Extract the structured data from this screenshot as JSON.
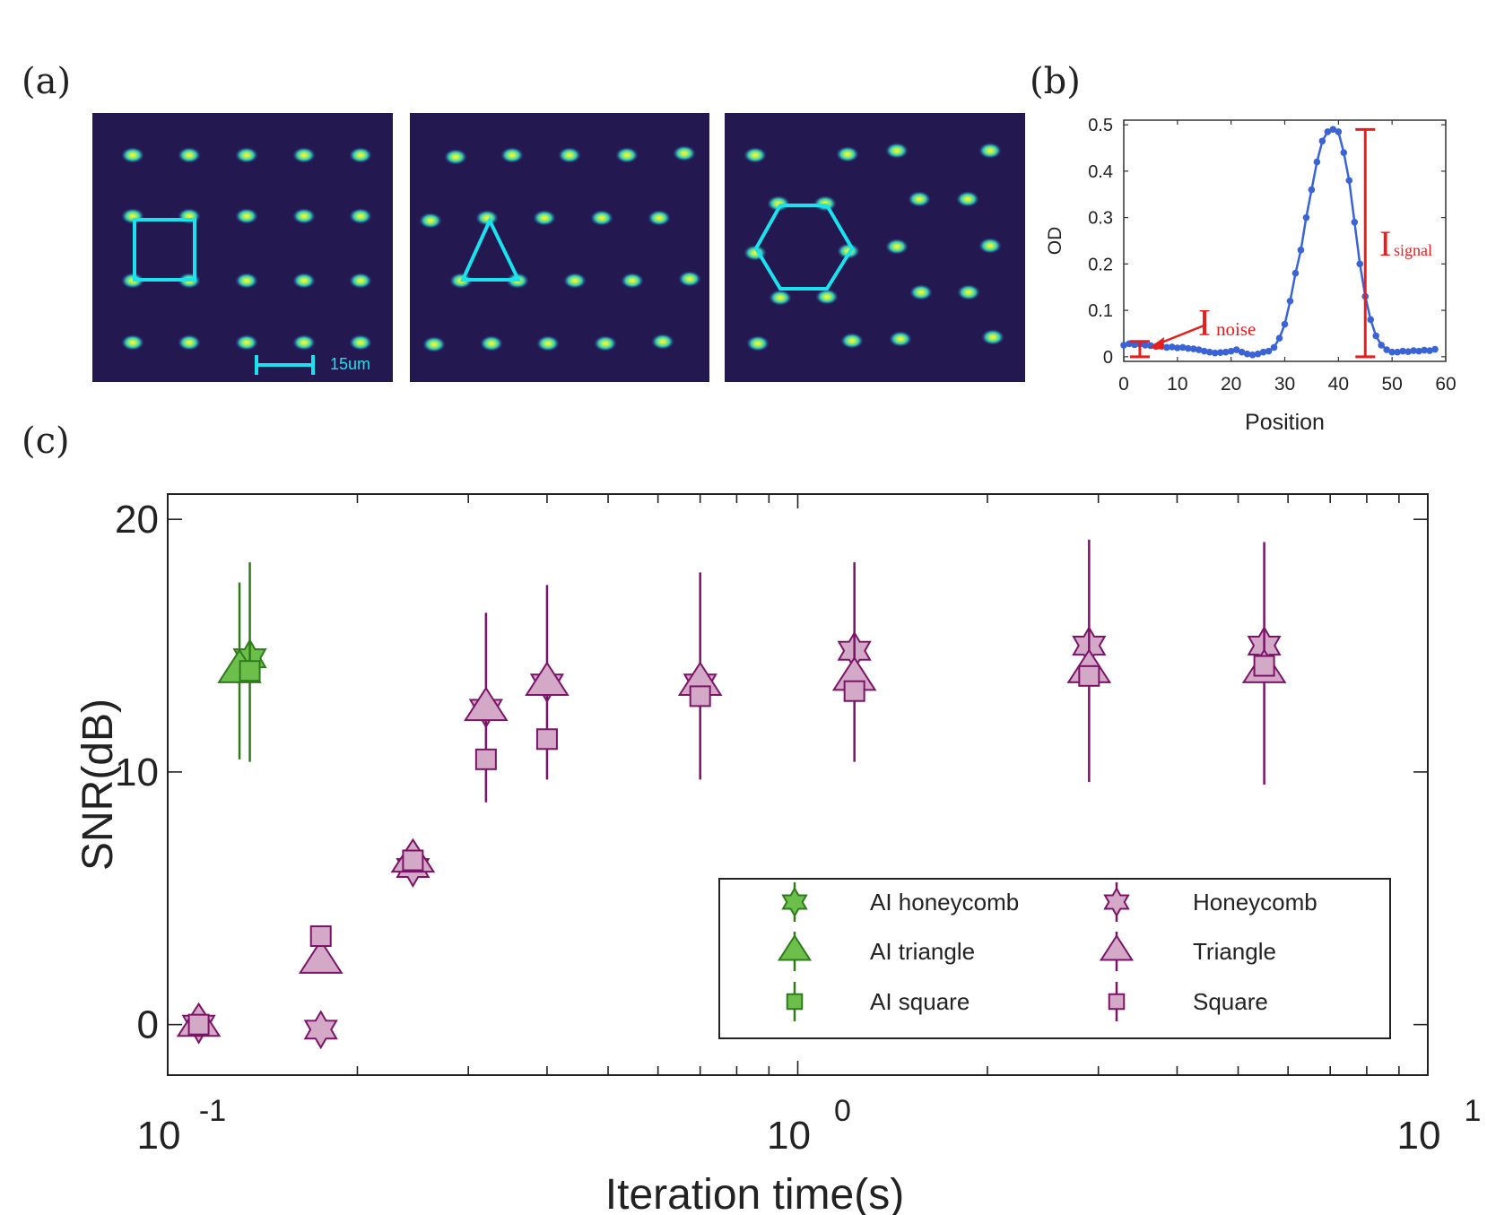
{
  "panels": {
    "a": "(a)",
    "b": "(b)",
    "c": "(c)"
  },
  "scale_bar": {
    "label": "15um"
  },
  "colors": {
    "image_bg": "#23184f",
    "image_overlay": "#19e3ee",
    "plot_b_line": "#3a63d6",
    "plot_b_annotation": "#e81e1e",
    "ai_fill": "#6cbf4b",
    "ai_edge": "#2f7a1a",
    "user_fill": "#d4a9c8",
    "user_edge": "#7b1468"
  },
  "chart_data": [
    {
      "type": "line",
      "title": "",
      "xlabel": "Position",
      "ylabel": "OD",
      "xlim": [
        0,
        60
      ],
      "ylim": [
        -0.01,
        0.51
      ],
      "xticks": [
        "0",
        "10",
        "20",
        "30",
        "40",
        "50",
        "60"
      ],
      "yticks": [
        "0",
        "0.1",
        "0.2",
        "0.3",
        "0.4",
        "0.5"
      ],
      "series": [
        {
          "x": [
            0,
            1,
            2,
            3,
            4,
            5,
            6,
            7,
            8,
            9,
            10,
            11,
            12,
            13,
            14,
            15,
            16,
            17,
            18,
            19,
            20,
            21,
            22,
            23,
            24,
            25,
            26,
            27,
            28,
            29,
            30,
            31,
            32,
            33,
            34,
            35,
            36,
            37,
            38,
            39,
            40,
            41,
            42,
            43,
            44,
            45,
            46,
            47,
            48,
            49,
            50,
            51,
            52,
            53,
            54,
            55,
            56,
            57,
            58
          ],
          "y": [
            0.025,
            0.028,
            0.026,
            0.027,
            0.025,
            0.024,
            0.022,
            0.023,
            0.02,
            0.021,
            0.019,
            0.02,
            0.018,
            0.017,
            0.015,
            0.012,
            0.01,
            0.008,
            0.009,
            0.01,
            0.012,
            0.015,
            0.01,
            0.006,
            0.004,
            0.006,
            0.01,
            0.012,
            0.02,
            0.04,
            0.07,
            0.12,
            0.18,
            0.23,
            0.3,
            0.36,
            0.42,
            0.465,
            0.485,
            0.49,
            0.485,
            0.44,
            0.38,
            0.29,
            0.2,
            0.13,
            0.08,
            0.045,
            0.025,
            0.015,
            0.01,
            0.01,
            0.012,
            0.011,
            0.013,
            0.012,
            0.014,
            0.013,
            0.016
          ]
        }
      ],
      "annotations": [
        {
          "text": "I",
          "sub": "noise"
        },
        {
          "text": "I",
          "sub": "signal"
        }
      ]
    },
    {
      "type": "scatter",
      "title": "",
      "xlabel": "Iteration time(s)",
      "ylabel": "SNR(dB)",
      "xscale": "log",
      "xlim": [
        0.1,
        10
      ],
      "ylim": [
        -2,
        21
      ],
      "yticks": [
        "0",
        "10",
        "20"
      ],
      "xticks": [
        {
          "base": "10",
          "exp": "-1",
          "value": 0.1
        },
        {
          "base": "10",
          "exp": "0",
          "value": 1
        },
        {
          "base": "10",
          "exp": "1",
          "value": 10
        }
      ],
      "legend_position": "bottom-right",
      "series": [
        {
          "name": "AI honeycomb",
          "marker": "hexagram",
          "group": "ai",
          "points": [
            {
              "x": 0.135,
              "y": 14.5
            }
          ]
        },
        {
          "name": "AI triangle",
          "marker": "triangle",
          "group": "ai",
          "points": [
            {
              "x": 0.13,
              "y": 14.0,
              "lo": 10.5,
              "hi": 17.5
            }
          ]
        },
        {
          "name": "AI square",
          "marker": "square",
          "group": "ai",
          "points": [
            {
              "x": 0.135,
              "y": 14.0,
              "lo": 10.4,
              "hi": 18.3
            }
          ]
        },
        {
          "name": "Honeycomb",
          "marker": "hexagram",
          "group": "user",
          "points": [
            {
              "x": 0.112,
              "y": 0.0
            },
            {
              "x": 0.175,
              "y": -0.2
            },
            {
              "x": 0.245,
              "y": 6.2
            },
            {
              "x": 0.32,
              "y": 12.5
            },
            {
              "x": 0.4,
              "y": 13.5
            },
            {
              "x": 0.7,
              "y": 13.5
            },
            {
              "x": 1.23,
              "y": 14.8
            },
            {
              "x": 2.9,
              "y": 15.0
            },
            {
              "x": 5.5,
              "y": 15.0
            }
          ]
        },
        {
          "name": "Triangle",
          "marker": "triangle",
          "group": "user",
          "points": [
            {
              "x": 0.112,
              "y": 0.0
            },
            {
              "x": 0.175,
              "y": 2.5
            },
            {
              "x": 0.245,
              "y": 6.5
            },
            {
              "x": 0.32,
              "y": 12.5,
              "lo": 8.8,
              "hi": 16.3
            },
            {
              "x": 0.4,
              "y": 13.5,
              "lo": 9.7,
              "hi": 17.4
            },
            {
              "x": 0.7,
              "y": 13.5,
              "lo": 9.7,
              "hi": 17.9
            },
            {
              "x": 1.23,
              "y": 13.7,
              "lo": 10.4,
              "hi": 18.3
            },
            {
              "x": 2.9,
              "y": 14.0,
              "lo": 9.6,
              "hi": 19.2
            },
            {
              "x": 5.5,
              "y": 14.0,
              "lo": 9.5,
              "hi": 19.1
            }
          ]
        },
        {
          "name": "Square",
          "marker": "square",
          "group": "user",
          "points": [
            {
              "x": 0.112,
              "y": 0.0
            },
            {
              "x": 0.175,
              "y": 3.5
            },
            {
              "x": 0.245,
              "y": 6.5
            },
            {
              "x": 0.32,
              "y": 10.5
            },
            {
              "x": 0.4,
              "y": 11.3
            },
            {
              "x": 0.7,
              "y": 13.0
            },
            {
              "x": 1.23,
              "y": 13.2
            },
            {
              "x": 2.9,
              "y": 13.8
            },
            {
              "x": 5.5,
              "y": 14.2
            }
          ]
        }
      ]
    }
  ]
}
